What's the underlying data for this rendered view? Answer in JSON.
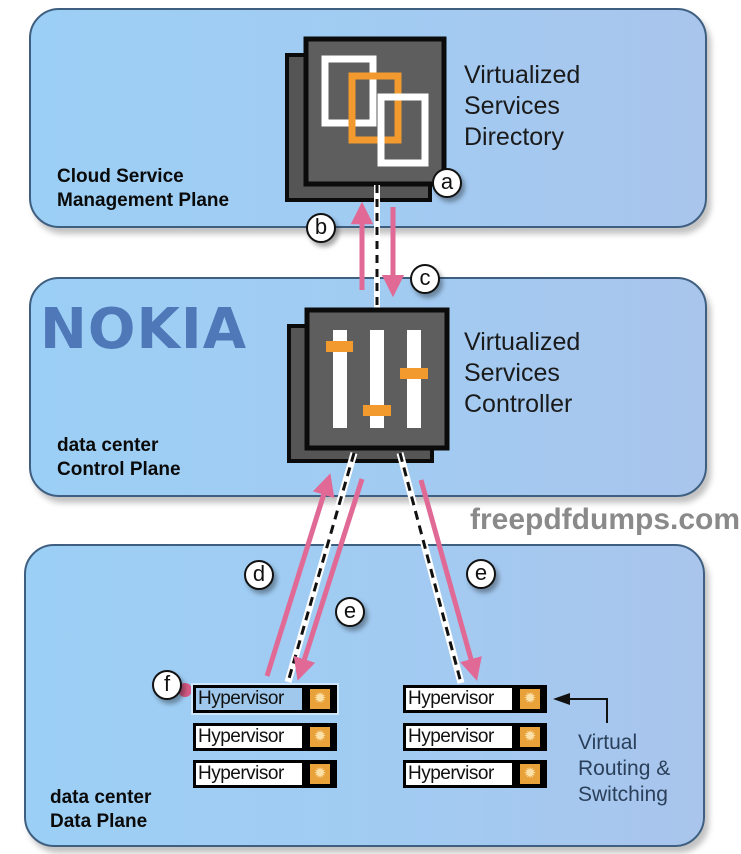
{
  "planes": {
    "management": {
      "label_line1": "Cloud Service",
      "label_line2": "Management Plane"
    },
    "control": {
      "label_line1": "data center",
      "label_line2": "Control Plane"
    },
    "data": {
      "label_line1": "data center",
      "label_line2": "Data Plane"
    }
  },
  "components": {
    "vsd": {
      "line1": "Virtualized",
      "line2": "Services",
      "line3": "Directory",
      "icon": "windows-stack-icon"
    },
    "vsc": {
      "line1": "Virtualized",
      "line2": "Services",
      "line3": "Controller",
      "icon": "slider-controls-icon"
    }
  },
  "markers": {
    "a": "a",
    "b": "b",
    "c": "c",
    "d": "d",
    "e1": "e",
    "e2": "e",
    "f": "f"
  },
  "hypervisors": {
    "left": [
      {
        "label": "Hypervisor",
        "selected": true
      },
      {
        "label": "Hypervisor"
      },
      {
        "label": "Hypervisor"
      }
    ],
    "right": [
      {
        "label": "Hypervisor"
      },
      {
        "label": "Hypervisor"
      },
      {
        "label": "Hypervisor"
      }
    ],
    "gear_icon": "gear-icon"
  },
  "vrs": {
    "line1": "Virtual",
    "line2": "Routing &",
    "line3": "Switching"
  },
  "overlay": {
    "logo": "NOKIA",
    "watermark": "freepdfdumps.com"
  },
  "colors": {
    "panel": "#9ccff5",
    "border": "#3f5f80",
    "box": "#5e5e5e",
    "orange": "#f29a2e",
    "arrow": "#e06a95",
    "logo": "#4f78b8"
  }
}
